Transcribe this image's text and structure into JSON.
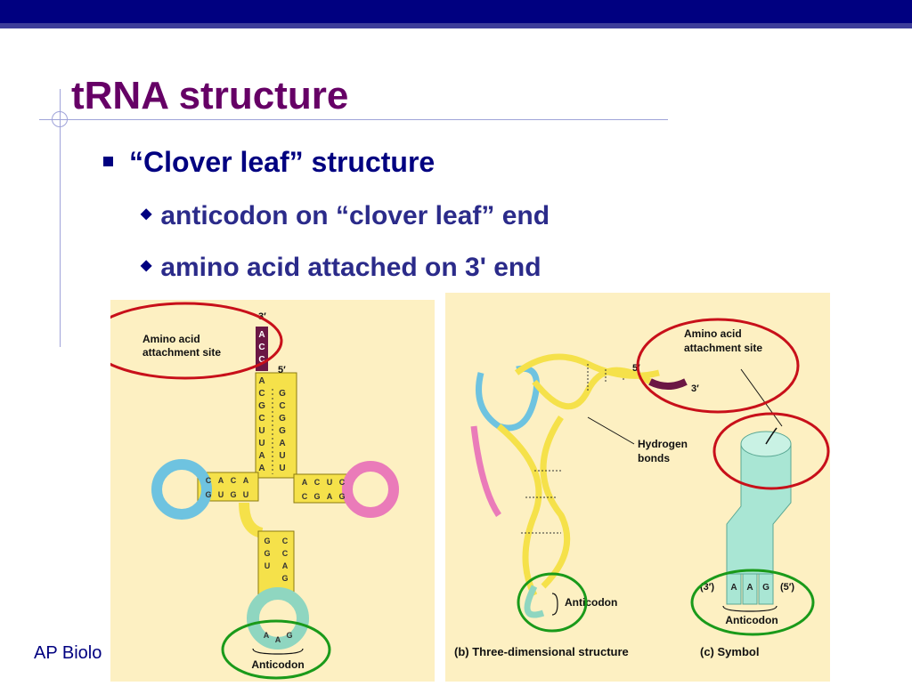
{
  "slide": {
    "title": "tRNA structure",
    "bullet1": "“Clover leaf” structure",
    "bullet2": "anticodon on “clover leaf” end",
    "bullet3": "amino acid attached on 3' end",
    "footer": "AP Biolo"
  },
  "figure_a": {
    "amino_label_line1": "Amino acid",
    "amino_label_line2": "attachment site",
    "three_prime": "3′",
    "five_prime": "5′",
    "acc": [
      "A",
      "C",
      "C"
    ],
    "acceptor_left": [
      "A",
      "C",
      "G",
      "C",
      "U",
      "U",
      "A",
      "A"
    ],
    "acceptor_right": [
      "G",
      "C",
      "G",
      "G",
      "A",
      "U",
      "U"
    ],
    "anticodon_label": "Anticodon",
    "anticodon_bases": [
      "A",
      "A",
      "G"
    ]
  },
  "figure_b": {
    "five_prime": "5′",
    "three_prime": "3′",
    "hydrogen_line1": "Hydrogen",
    "hydrogen_line2": "bonds",
    "anticodon_label": "Anticodon",
    "caption": "(b) Three-dimensional structure"
  },
  "figure_c": {
    "amino_label_line1": "Amino acid",
    "amino_label_line2": "attachment site",
    "left_end": "(3′)",
    "right_end": "(5′)",
    "bases": [
      "A",
      "A",
      "G"
    ],
    "anticodon_label": "Anticodon",
    "caption": "(c) Symbol"
  },
  "colors": {
    "title": "#660066",
    "bullets": "#000080",
    "panel_bg": "#fdf0c2",
    "stem_yellow": "#f5e14a",
    "loop_blue": "#6ec3e0",
    "loop_pink": "#ea7bb9",
    "anticodon_teal": "#8fd6c0",
    "acc_maroon": "#6b1744",
    "circle_red": "#c8101a",
    "circle_green": "#1a9a1a"
  }
}
